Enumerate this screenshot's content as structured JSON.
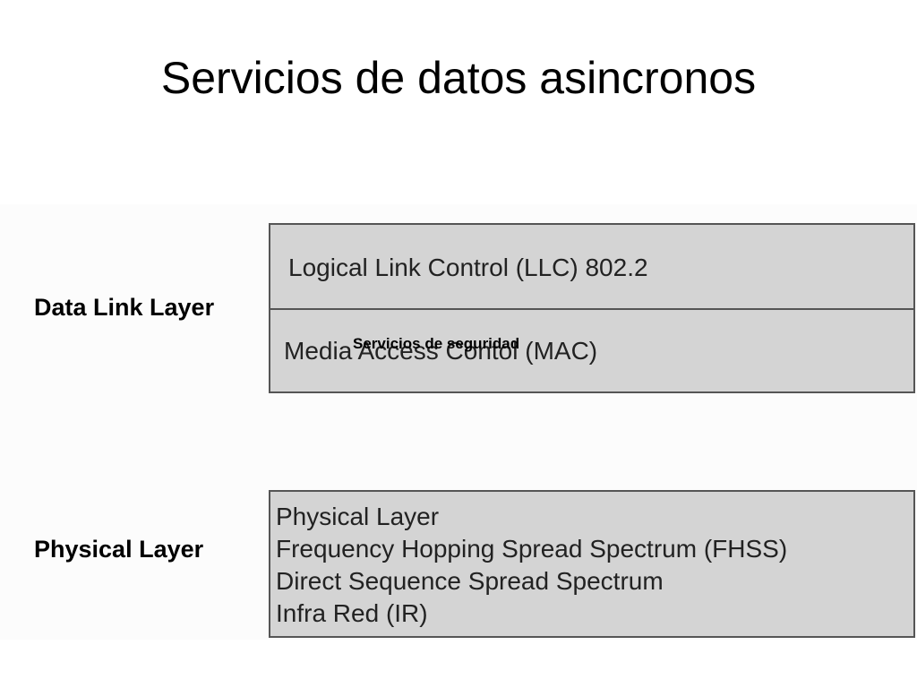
{
  "slide": {
    "title": "Servicios de datos asincronos",
    "overlay_text": "Servicios de seguridad"
  },
  "diagram": {
    "data_link_layer": {
      "label": "Data Link Layer",
      "sublayers": [
        "Logical Link Control (LLC) 802.2",
        "Media Access Contol (MAC)"
      ]
    },
    "physical_layer": {
      "label": "Physical Layer",
      "lines": [
        "Physical Layer",
        "Frequency Hopping Spread Spectrum (FHSS)",
        "Direct Sequence Spread Spectrum",
        "Infra Red (IR)"
      ]
    }
  },
  "colors": {
    "box_fill": "#d4d4d4",
    "box_border": "#555555",
    "text": "#222222"
  }
}
